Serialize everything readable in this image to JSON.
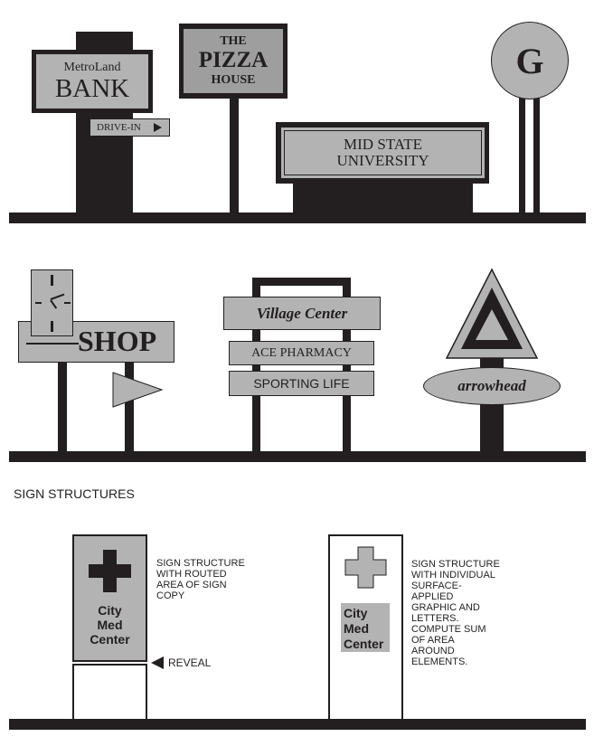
{
  "row1": {
    "bank": {
      "line1": "MetroLand",
      "line2": "BANK",
      "drive_in": "DRIVE-IN"
    },
    "pizza": {
      "line1": "THE",
      "line2": "PIZZA",
      "line3": "HOUSE"
    },
    "university": {
      "line1": "MID STATE",
      "line2": "UNIVERSITY"
    },
    "g_sign": {
      "letter": "G"
    }
  },
  "row2": {
    "shop": {
      "label": "SHOP",
      "icon": "clock-icon"
    },
    "village": {
      "title": "Village Center",
      "tenant1": "ACE PHARMACY",
      "tenant2": "SPORTING LIFE"
    },
    "arrowhead": {
      "label": "arrowhead",
      "icon": "triangle-icon"
    }
  },
  "section_title": "SIGN STRUCTURES",
  "structures": {
    "routed": {
      "line1": "City",
      "line2": "Med",
      "line3": "Center",
      "caption": [
        "SIGN STRUCTURE",
        "WITH ROUTED",
        "AREA OF SIGN",
        "COPY"
      ],
      "reveal": "REVEAL"
    },
    "applied": {
      "line1": "City",
      "line2": "Med",
      "line3": "Center",
      "caption": [
        "SIGN STRUCTURE",
        "WITH INDIVIDUAL",
        "SURFACE-",
        "APPLIED",
        "GRAPHIC AND",
        "LETTERS.",
        "COMPUTE SUM",
        "OF AREA",
        "AROUND",
        "ELEMENTS."
      ]
    }
  },
  "colors": {
    "ink": "#231f20",
    "panel": "#b3b3b3",
    "panel_dark": "#9e9e9e"
  }
}
